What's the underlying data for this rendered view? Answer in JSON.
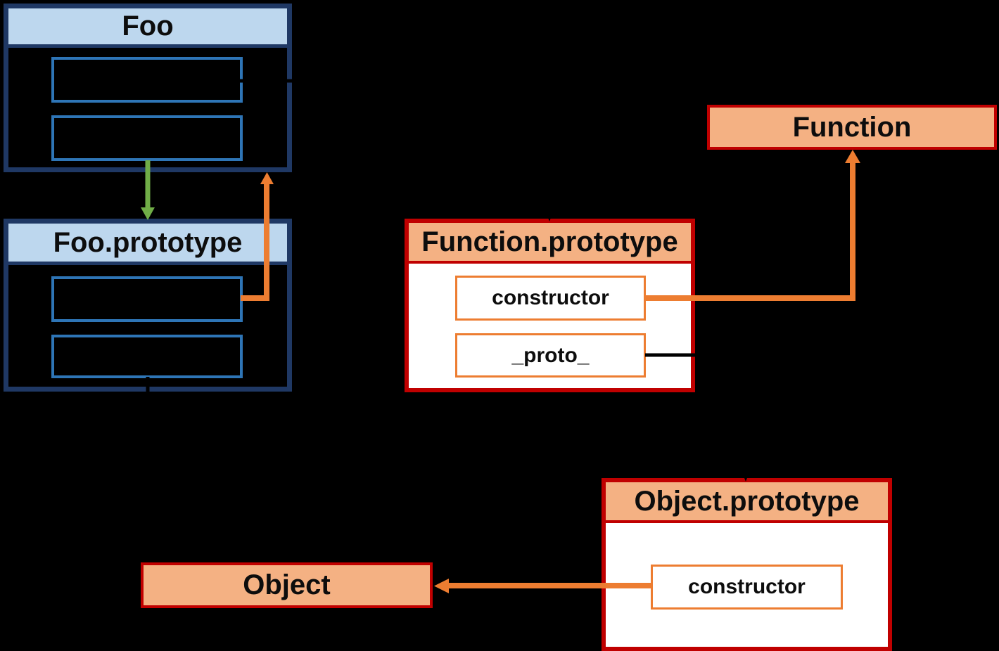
{
  "diagram": {
    "background_color": "#000000",
    "palette": {
      "header_light_blue": "#BDD7EE",
      "navy_border": "#1F3864",
      "slot_blue_border": "#2E75B6",
      "peach_fill": "#F4B183",
      "red_border": "#C00000",
      "orange_accent": "#ED7D31",
      "green_accent": "#70AD47",
      "text_color": "#0d0d0d",
      "white_body": "#FFFFFF"
    },
    "nodes": {
      "foo": {
        "title": "Foo",
        "slots": [
          "",
          ""
        ]
      },
      "foo_prototype": {
        "title": "Foo.prototype",
        "slots": [
          "",
          ""
        ]
      },
      "function": {
        "title": "Function"
      },
      "function_prototype": {
        "title": "Function.prototype",
        "slots": [
          "constructor",
          "_proto_"
        ]
      },
      "object_prototype": {
        "title": "Object.prototype",
        "slots": [
          "constructor"
        ]
      },
      "object": {
        "title": "Object"
      }
    },
    "edges": [
      {
        "from": "Foo",
        "to": "Foo.prototype",
        "color": "#70AD47",
        "type": "arrow"
      },
      {
        "from": "Foo.prototype slot 1",
        "to": "Foo",
        "color": "#ED7D31",
        "type": "elbow-arrow"
      },
      {
        "from": "Function.prototype constructor",
        "to": "Function",
        "color": "#ED7D31",
        "type": "elbow-arrow"
      },
      {
        "from": "Object.prototype constructor",
        "to": "Object",
        "color": "#ED7D31",
        "type": "arrow"
      },
      {
        "from": "Foo slot 1",
        "to": "Function.prototype",
        "color": "#000000",
        "type": "elbow-arrow"
      },
      {
        "from": "Foo.prototype slot 2",
        "to": "Object.prototype",
        "color": "#000000",
        "type": "elbow-arrow"
      },
      {
        "from": "Function.prototype _proto_",
        "to": "Object.prototype",
        "color": "#000000",
        "type": "elbow-arrow"
      }
    ]
  }
}
